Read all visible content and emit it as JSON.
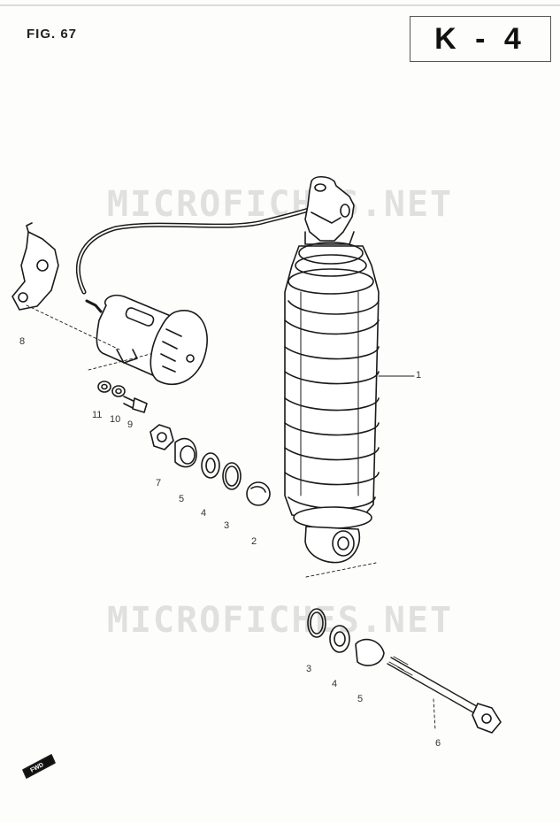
{
  "header": {
    "figure_label": "FIG. 67",
    "page_code": "K - 4"
  },
  "watermarks": [
    "MICROFICHES.NET",
    "MICROFICHES.NET"
  ],
  "callouts": {
    "c1": "1",
    "c2": "2",
    "c3a": "3",
    "c4a": "4",
    "c5a": "5",
    "c7": "7",
    "c8": "8",
    "c9": "9",
    "c10": "10",
    "c11": "11",
    "c3b": "3",
    "c4b": "4",
    "c5b": "5",
    "c6": "6"
  },
  "fwd_badge": "FWD"
}
